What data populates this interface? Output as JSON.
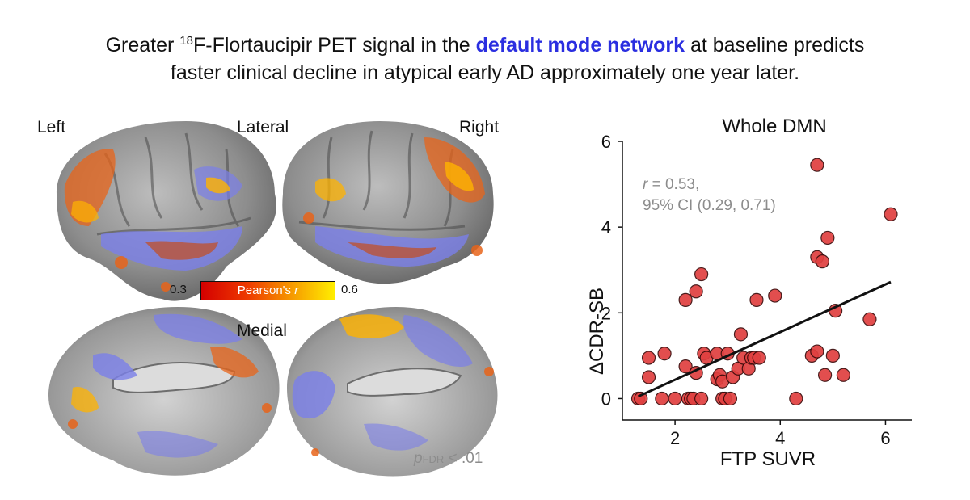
{
  "title": {
    "prefix": "Greater ",
    "isotope": "18",
    "tracer": "F-Flortaucipir PET signal in the ",
    "network": "default mode network",
    "line1_suffix": " at baseline predicts",
    "line2": "faster clinical decline in atypical early AD approximately one year later."
  },
  "brain": {
    "label_left": "Left",
    "label_lateral": "Lateral",
    "label_right": "Right",
    "label_medial": "Medial",
    "colors": {
      "high": "#ffb300",
      "mid": "#e8641a",
      "low": "#c0502a",
      "dmn_mask": "#7b7fe8",
      "cortex": "#8a8a8a"
    }
  },
  "colorbar": {
    "min": "0.3",
    "max": "0.6",
    "label": "Pearson's ",
    "label_var": "r"
  },
  "significance": {
    "p": "p",
    "sub": "FDR",
    "rest": " < .01"
  },
  "chart_data": {
    "type": "scatter",
    "title": "Whole DMN",
    "xlabel": "FTP SUVR",
    "ylabel": "ΔCDR-SB",
    "xlim": [
      1.0,
      6.5
    ],
    "ylim": [
      -0.5,
      6.0
    ],
    "xticks": [
      2,
      4,
      6
    ],
    "yticks": [
      0,
      2,
      4,
      6
    ],
    "grid": false,
    "annotation": {
      "r_var": "r",
      "r_text": " = 0.53,",
      "ci_text": "95% CI (0.29, 0.71)"
    },
    "regression": {
      "x": [
        1.3,
        6.1
      ],
      "y": [
        0.05,
        2.72
      ]
    },
    "marker_color": "#e04040",
    "points": [
      [
        1.3,
        0
      ],
      [
        1.35,
        0
      ],
      [
        1.5,
        0.5
      ],
      [
        1.5,
        0.95
      ],
      [
        1.75,
        0
      ],
      [
        1.8,
        1.05
      ],
      [
        2.0,
        0
      ],
      [
        2.2,
        0.75
      ],
      [
        2.2,
        2.3
      ],
      [
        2.25,
        0
      ],
      [
        2.3,
        0
      ],
      [
        2.35,
        0
      ],
      [
        2.4,
        0.6
      ],
      [
        2.4,
        2.5
      ],
      [
        2.5,
        2.9
      ],
      [
        2.5,
        0
      ],
      [
        2.55,
        1.05
      ],
      [
        2.6,
        0.95
      ],
      [
        2.8,
        1.05
      ],
      [
        2.8,
        0.45
      ],
      [
        2.85,
        0.55
      ],
      [
        2.9,
        0.4
      ],
      [
        2.9,
        0
      ],
      [
        2.95,
        0
      ],
      [
        3.0,
        1.05
      ],
      [
        3.05,
        0
      ],
      [
        3.1,
        0.5
      ],
      [
        3.2,
        0.7
      ],
      [
        3.25,
        1.5
      ],
      [
        3.3,
        0.95
      ],
      [
        3.4,
        0.7
      ],
      [
        3.45,
        0.95
      ],
      [
        3.5,
        0.95
      ],
      [
        3.6,
        0.95
      ],
      [
        3.55,
        2.3
      ],
      [
        3.9,
        2.4
      ],
      [
        4.3,
        0
      ],
      [
        4.6,
        1.0
      ],
      [
        4.7,
        1.1
      ],
      [
        4.7,
        3.3
      ],
      [
        4.7,
        5.45
      ],
      [
        4.8,
        3.2
      ],
      [
        4.85,
        0.55
      ],
      [
        4.9,
        3.75
      ],
      [
        5.0,
        1.0
      ],
      [
        5.05,
        2.05
      ],
      [
        5.2,
        0.55
      ],
      [
        5.7,
        1.85
      ],
      [
        6.1,
        4.3
      ]
    ]
  }
}
